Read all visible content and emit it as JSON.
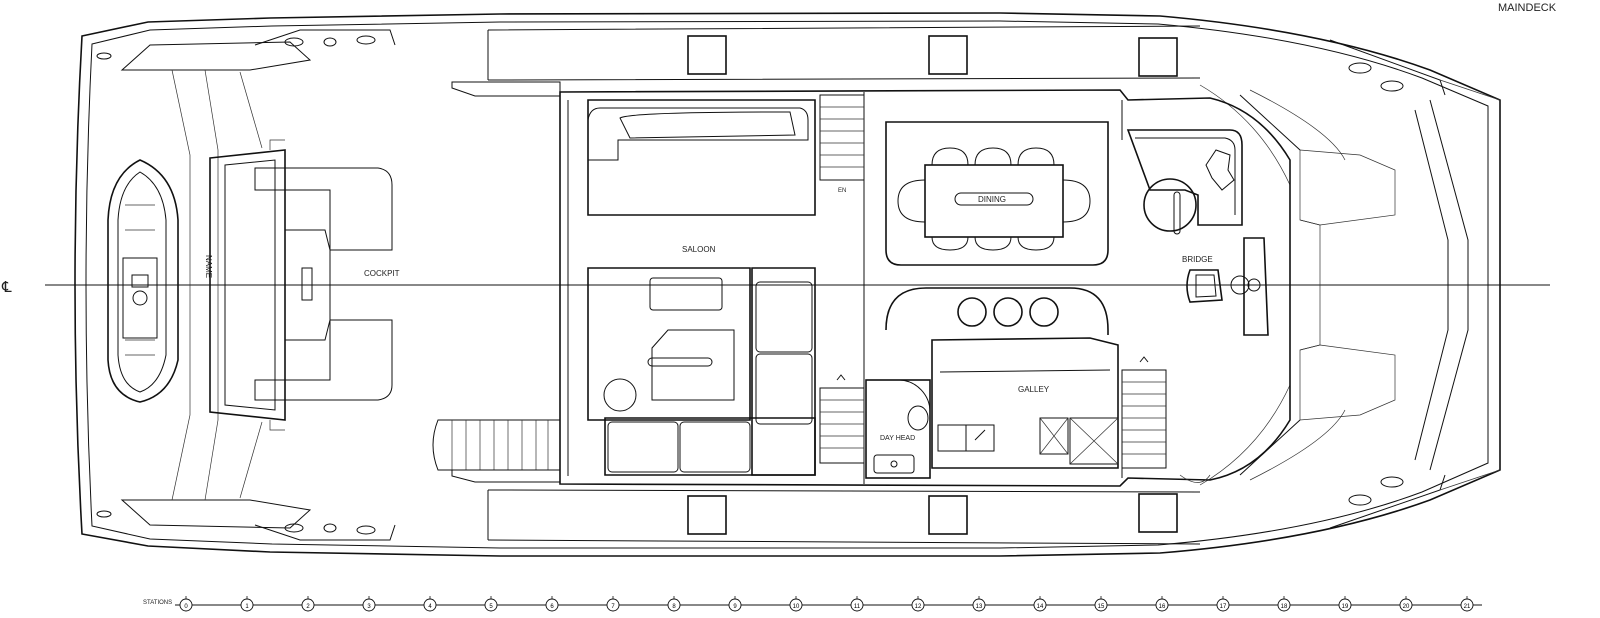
{
  "drawing": {
    "title": "MAINDECK",
    "centerline_symbol": "℄"
  },
  "rooms": {
    "cockpit": "COCKPIT",
    "saloon": "SALOON",
    "dining": "DINING",
    "bridge": "BRIDGE",
    "galley": "GALLEY",
    "day_head": "DAY HEAD",
    "stair_fwd_mark": "EN"
  },
  "stations": {
    "label": "STATIONS",
    "ticks": [
      "0",
      "1",
      "2",
      "3",
      "4",
      "5",
      "6",
      "7",
      "8",
      "9",
      "10",
      "11",
      "12",
      "13",
      "14",
      "15",
      "16",
      "17",
      "18",
      "19",
      "20",
      "21"
    ]
  }
}
